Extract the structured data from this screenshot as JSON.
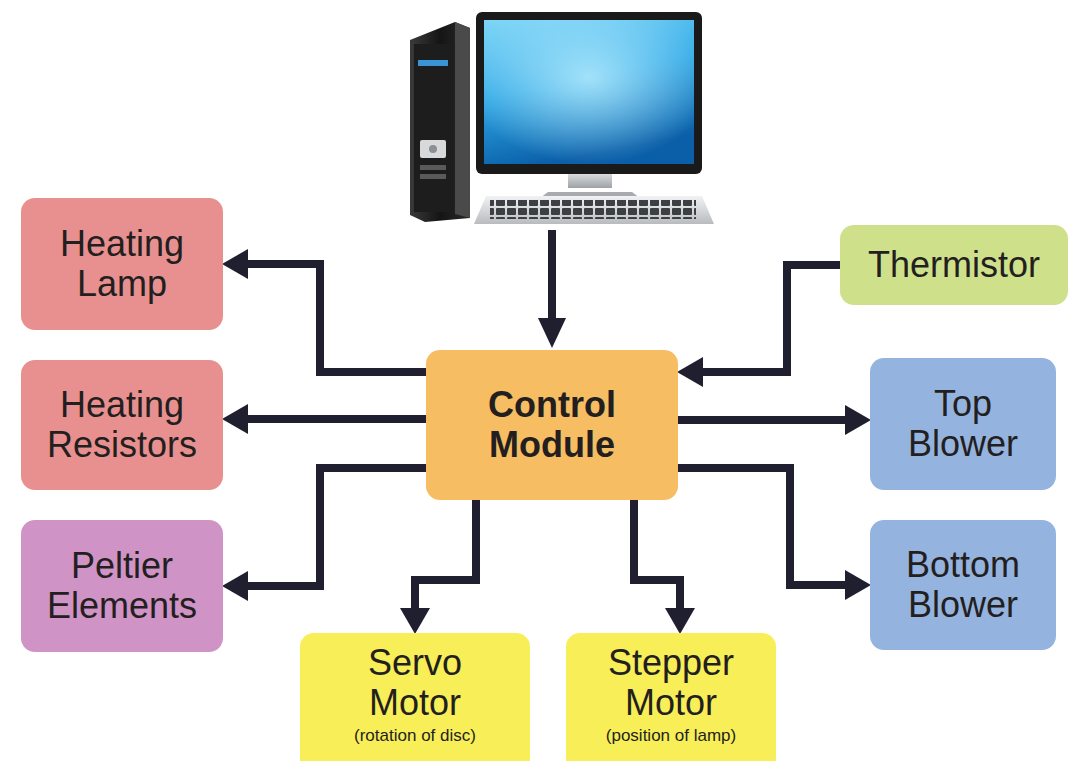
{
  "diagram": {
    "nodes": [
      {
        "text": [
          "Heating Lamp"
        ]
      },
      {
        "text": [
          "Thermistor"
        ]
      },
      {
        "text": [
          "Heating Resistors"
        ]
      },
      {
        "text": [
          "Control Module"
        ]
      },
      {
        "text": [
          "Top Blower"
        ]
      },
      {
        "text": [
          "Peltier Elements"
        ]
      },
      {
        "text": [
          "Bottom Blower"
        ]
      },
      {
        "text": [
          "Servo Motor",
          "(rotation of disc)"
        ]
      },
      {
        "text": [
          "Stepper Motor",
          "(position of lamp)"
        ]
      }
    ],
    "edges": [
      {
        "from": 3,
        "to": 0,
        "arrow": "to"
      },
      {
        "from": 1,
        "to": 3,
        "arrow": "to"
      },
      {
        "from": 3,
        "to": 2,
        "arrow": "to"
      },
      {
        "from": 3,
        "to": 4,
        "arrow": "to"
      },
      {
        "from": 3,
        "to": 5,
        "arrow": "to"
      },
      {
        "from": 3,
        "to": 6,
        "arrow": "to"
      },
      {
        "from": 3,
        "to": 7,
        "arrow": "to"
      },
      {
        "from": 3,
        "to": 8,
        "arrow": "to"
      }
    ]
  }
}
